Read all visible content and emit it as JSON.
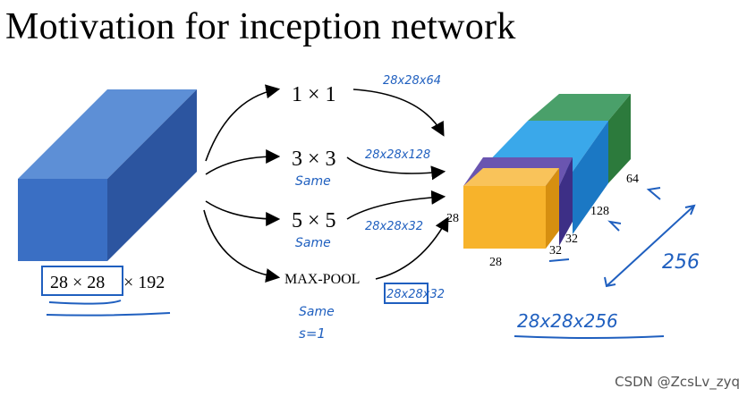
{
  "title": "Motivation for inception network",
  "input_volume": {
    "spatial": "28 × 28",
    "depth": "× 192"
  },
  "branches": [
    {
      "op": "1 × 1",
      "output_note": "28x28x64",
      "padding_note": ""
    },
    {
      "op": "3 × 3",
      "output_note": "28x28x128",
      "padding_note": "Same"
    },
    {
      "op": "5 × 5",
      "output_note": "28x28x32",
      "padding_note": "Same"
    },
    {
      "op": "MAX-POOL",
      "output_note": "28x28x32",
      "padding_note": "Same",
      "stride_note": "s=1"
    }
  ],
  "output_volume": {
    "height_label": "28",
    "width_label": "28",
    "depth_labels": [
      "32",
      "32",
      "128",
      "64"
    ],
    "total_depth": "256",
    "total_note": "28x28x256",
    "block_colors": {
      "orange": "#f7b32b",
      "purple": "#5b4d9e",
      "blue": "#2b9be0",
      "green": "#4aa06a"
    }
  },
  "input_color": "#3a6fc4",
  "watermark": "CSDN @ZcsLv_zyq"
}
